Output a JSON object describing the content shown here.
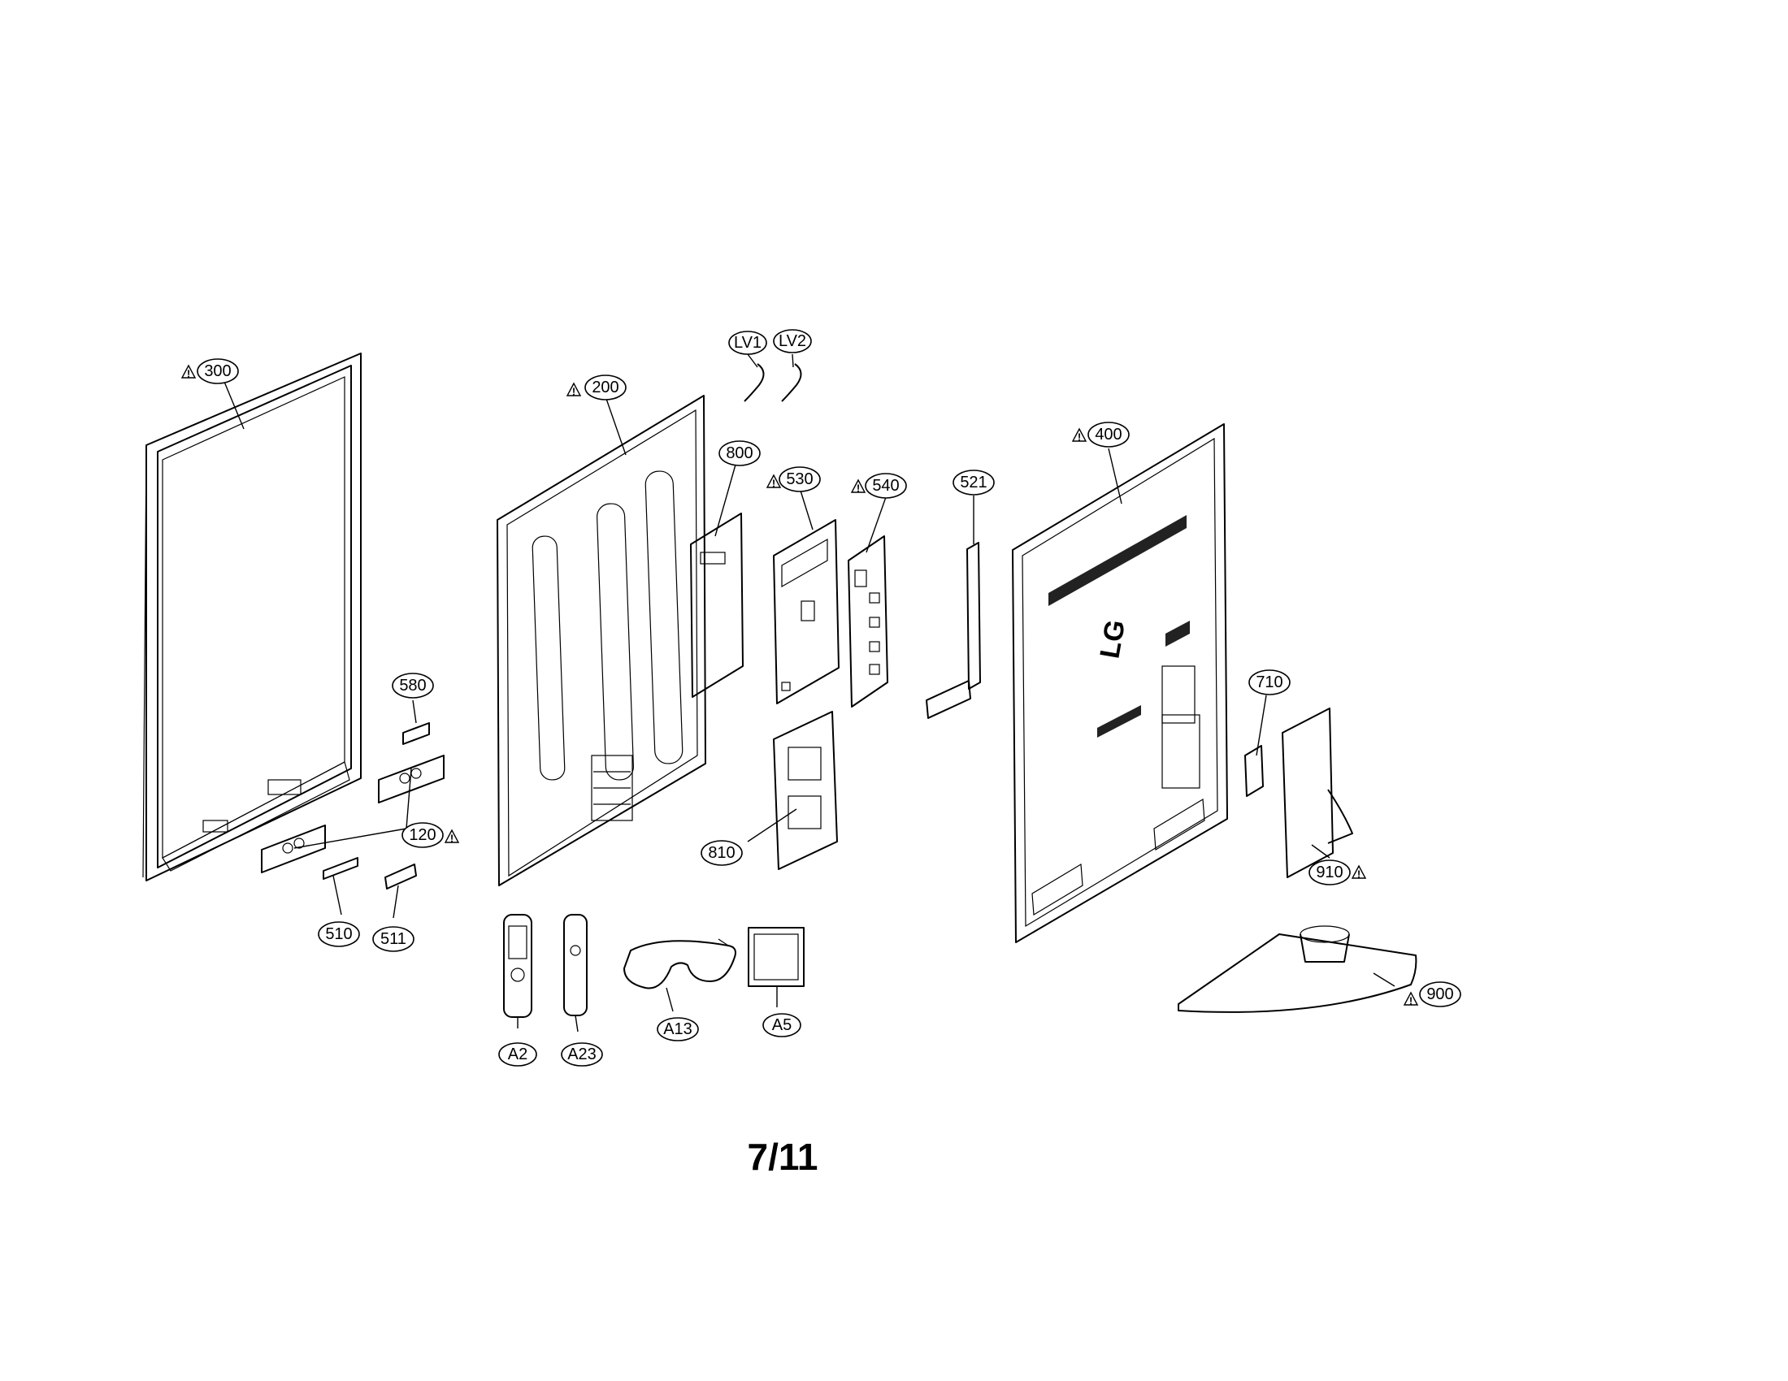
{
  "page_number": "7/11",
  "brand_logo": "LG",
  "callouts": [
    {
      "id": "300",
      "label": "300",
      "warning": true
    },
    {
      "id": "200",
      "label": "200",
      "warning": true
    },
    {
      "id": "LV1",
      "label": "LV1",
      "warning": false
    },
    {
      "id": "LV2",
      "label": "LV2",
      "warning": false
    },
    {
      "id": "800",
      "label": "800",
      "warning": false
    },
    {
      "id": "530",
      "label": "530",
      "warning": true
    },
    {
      "id": "540",
      "label": "540",
      "warning": true
    },
    {
      "id": "521",
      "label": "521",
      "warning": false
    },
    {
      "id": "400",
      "label": "400",
      "warning": true
    },
    {
      "id": "580",
      "label": "580",
      "warning": false
    },
    {
      "id": "120",
      "label": "120",
      "warning": true
    },
    {
      "id": "510",
      "label": "510",
      "warning": false
    },
    {
      "id": "511",
      "label": "511",
      "warning": false
    },
    {
      "id": "810",
      "label": "810",
      "warning": false
    },
    {
      "id": "710",
      "label": "710",
      "warning": false
    },
    {
      "id": "910",
      "label": "910",
      "warning": true
    },
    {
      "id": "900",
      "label": "900",
      "warning": true
    },
    {
      "id": "A2",
      "label": "A2",
      "warning": false
    },
    {
      "id": "A23",
      "label": "A23",
      "warning": false
    },
    {
      "id": "A13",
      "label": "A13",
      "warning": false
    },
    {
      "id": "A5",
      "label": "A5",
      "warning": false
    }
  ]
}
